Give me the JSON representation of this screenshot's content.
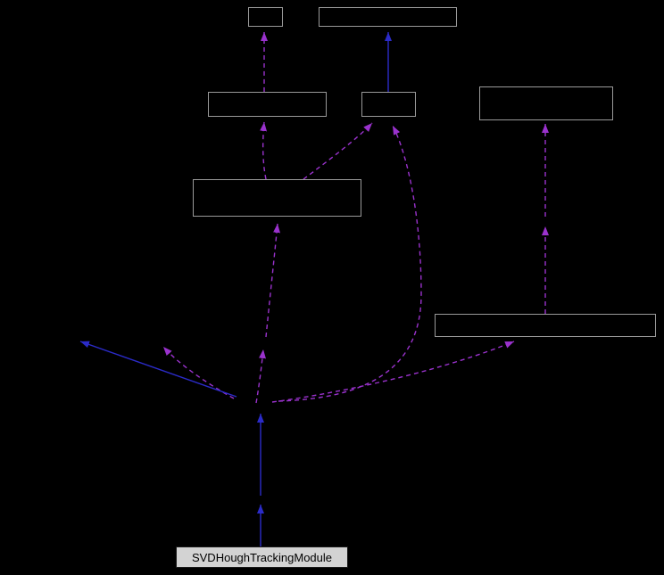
{
  "diagram": {
    "type": "collaboration-graph",
    "colors": {
      "background": "#000000",
      "node_border": "#9a9a9a",
      "node_fill": "#000000",
      "current_node_fill": "#d3d3d3",
      "current_node_text": "#000000",
      "inheritance_edge": "#2b2bc8",
      "usage_edge": "#9a32cd"
    },
    "nodes": [
      {
        "id": "top-small",
        "label": ""
      },
      {
        "id": "top-wide",
        "label": ""
      },
      {
        "id": "row2-left",
        "label": ""
      },
      {
        "id": "row2-mid",
        "label": ""
      },
      {
        "id": "row2-right",
        "label": ""
      },
      {
        "id": "row3-center",
        "label": ""
      },
      {
        "id": "right-wide",
        "label": ""
      },
      {
        "id": "current",
        "label": "SVDHoughTrackingModule"
      }
    ]
  }
}
